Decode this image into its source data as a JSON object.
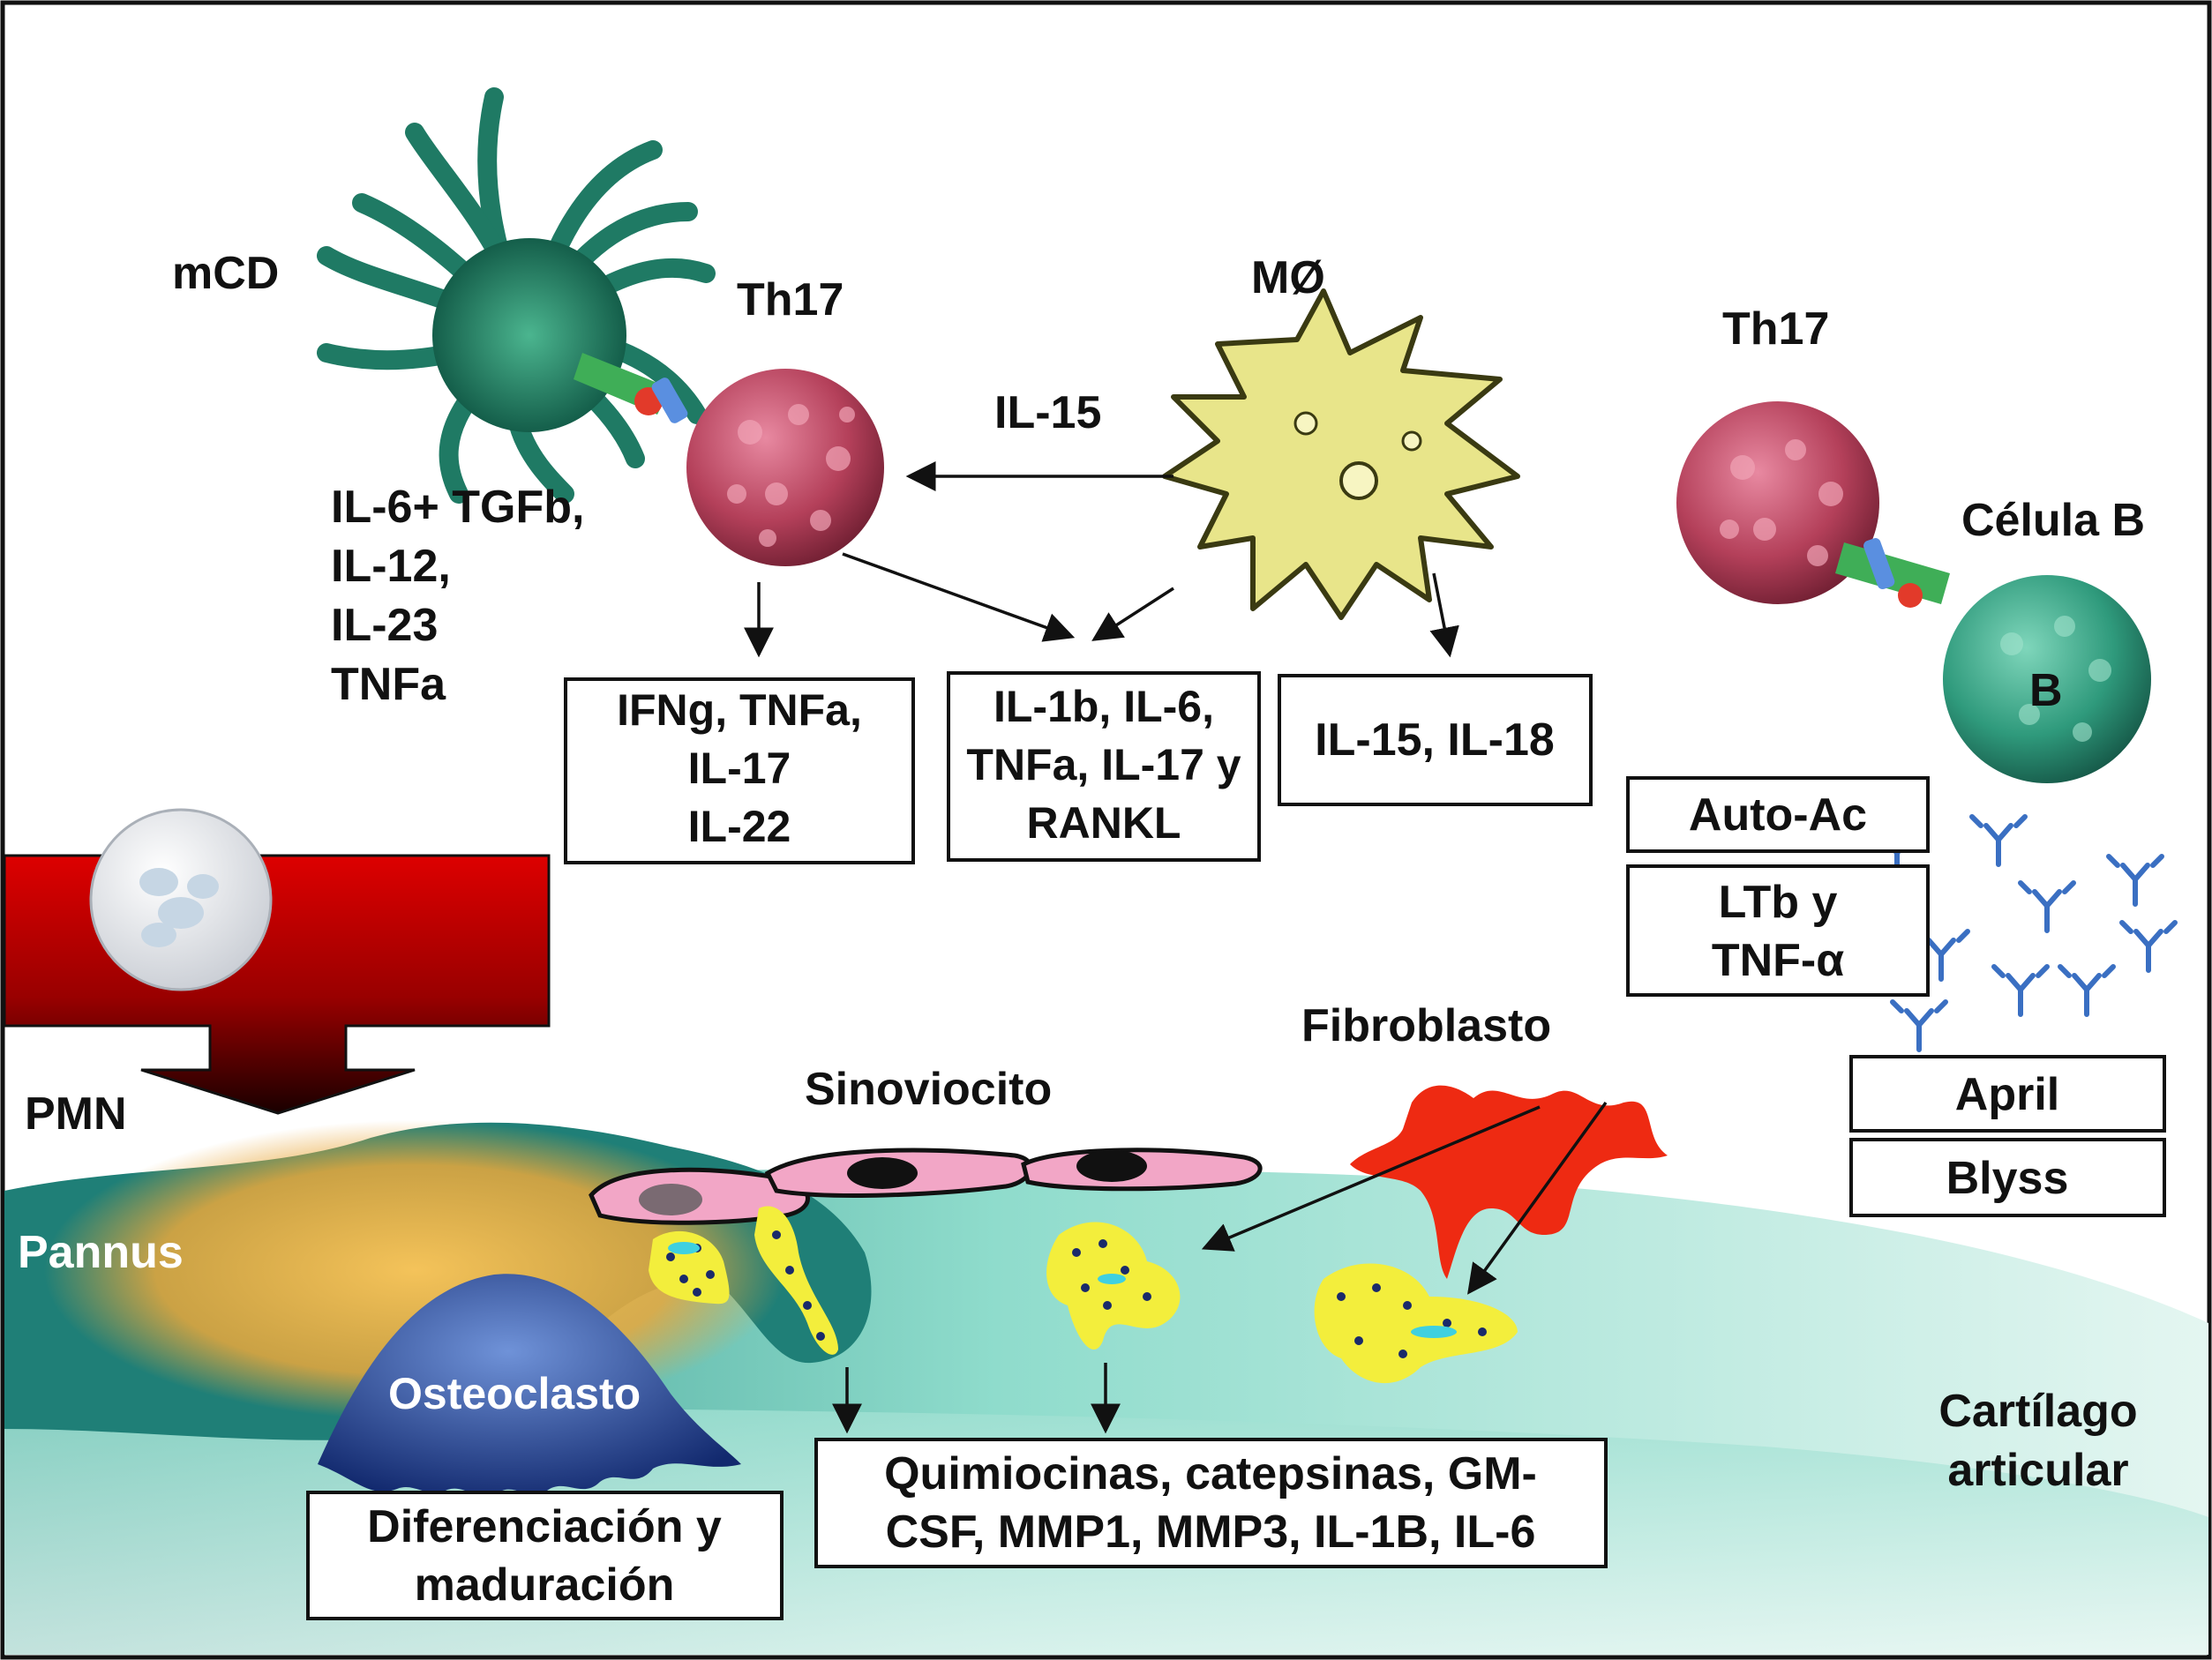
{
  "labels": {
    "mcd": "mCD",
    "th17_left": "Th17",
    "macrophage": "MØ",
    "th17_right": "Th17",
    "b_cell": "Célula B",
    "b_letter": "B",
    "il15_arrow": "IL-15",
    "mcd_cytokines": [
      "IL-6+ TGFb,",
      "IL-12,",
      "IL-23",
      "TNFa"
    ],
    "pmn": "PMN",
    "pannus": "Pannus",
    "osteoclast": "Osteoclasto",
    "synoviocyte": "Sinoviocito",
    "fibroblast": "Fibroblasto",
    "cartilage": [
      "Cartílago",
      "articular"
    ]
  },
  "boxes": {
    "th17_products": [
      "IFNg, TNFa,",
      "IL-17",
      "IL-22"
    ],
    "shared_products": [
      "IL-1b, IL-6,",
      "TNFa, IL-17 y",
      "RANKL"
    ],
    "macrophage_products": [
      "IL-15, IL-18"
    ],
    "auto_ac": "Auto-Ac",
    "ltb_tnf": [
      "LTb y",
      "TNF-α"
    ],
    "april": "April",
    "blyss": "Blyss",
    "differentiation": [
      "Diferenciación y",
      "maduración"
    ],
    "chemokines": [
      "Quimiocinas, catepsinas, GM-",
      "CSF, MMP1, MMP3, IL-1B, IL-6"
    ]
  },
  "colors": {
    "dendritic_cell": "#1f7a64",
    "th17_cell": "#b4405a",
    "macrophage": "#e8e58a",
    "b_cell": "#2f9a7c",
    "osteoclast": "#2c4fa3",
    "synoviocyte": "#f2a6c6",
    "fibroblast": "#ee2a12",
    "cell_yellow": "#f3ee3c",
    "pmn_arrow": "#cc0000",
    "cartilage": "#8fdccc",
    "pannus": "#f0b64a",
    "antibody": "#3a6fc2"
  }
}
